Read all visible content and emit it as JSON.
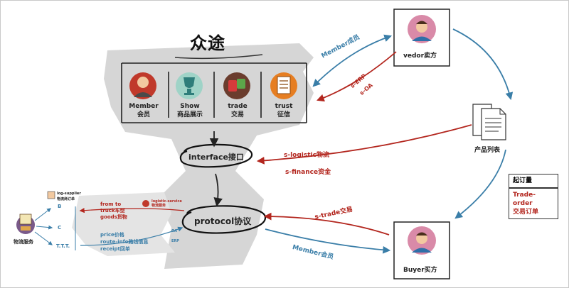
{
  "title": "众途",
  "modules": [
    {
      "label_en": "Member",
      "label_zh": "会员"
    },
    {
      "label_en": "Show",
      "label_zh": "商品展示"
    },
    {
      "label_en": "trade",
      "label_zh": "交易"
    },
    {
      "label_en": "trust",
      "label_zh": "征信"
    }
  ],
  "interface_label": "interface接口",
  "protocol_label": "protocol协议",
  "vendor_label": "vedor卖方",
  "buyer_label": "Buyer买方",
  "product_list_label": "产品列表",
  "edges": {
    "member_vendor": "Member成员",
    "s_erp": "s-ERP",
    "s_oa": "s-OA",
    "s_logistic": "s-logistic物流",
    "s_finance": "s-finance资金",
    "s_trade": "s-trade交易",
    "member_buyer": "Member会员"
  },
  "legend": {
    "min_order": "起订量",
    "trade_order_en": "Trade-order",
    "trade_order_zh": "交易订单"
  },
  "logistics": {
    "service_label": "物流服务",
    "supplier_line1": "log-supplier",
    "supplier_line2": "物流商订单",
    "branches": [
      "B",
      "C",
      "T.T.T."
    ],
    "red_lines": [
      "from to",
      "truck车型",
      "goods货物"
    ],
    "blue_lines": [
      "price价格",
      "route-info路线信息",
      "receipt回单"
    ],
    "service_tag_line1": "logistic-service",
    "service_tag_line2": "物流服务",
    "oa": "OA",
    "erp": "ERP"
  },
  "colors": {
    "blue": "#3a7ea8",
    "red": "#b3261e",
    "grey_brush": "#d4d4d4"
  }
}
